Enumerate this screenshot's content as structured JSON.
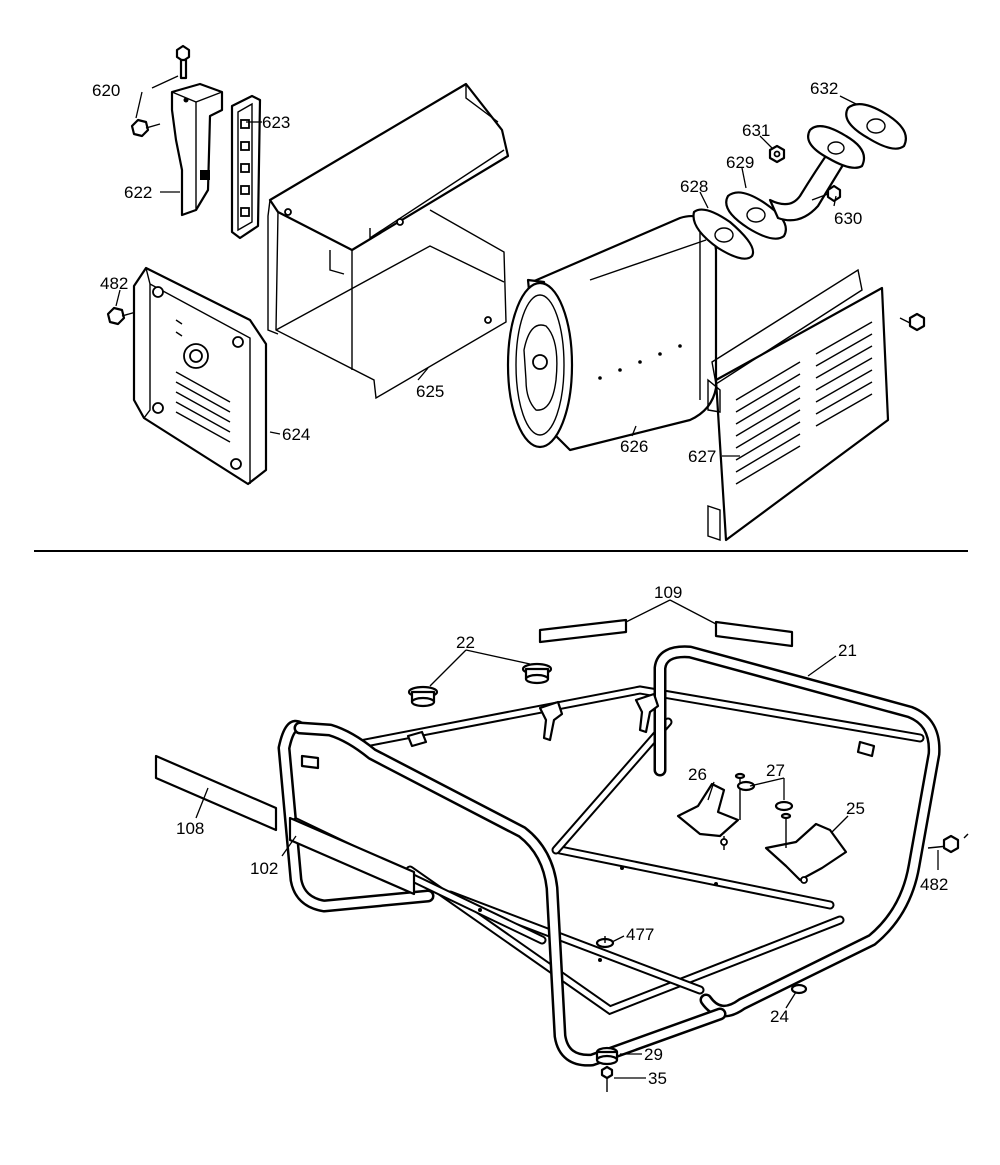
{
  "labels": {
    "p620": "620",
    "p623": "623",
    "p622": "622",
    "p482_top": "482",
    "p624": "624",
    "p625": "625",
    "p626": "626",
    "p627": "627",
    "p628": "628",
    "p629": "629",
    "p630": "630",
    "p631": "631",
    "p632": "632",
    "p109": "109",
    "p21": "21",
    "p22": "22",
    "p26": "26",
    "p27": "27",
    "p25": "25",
    "p108": "108",
    "p102": "102",
    "p482_bottom": "482",
    "p477": "477",
    "p24": "24",
    "p29": "29",
    "p35": "35"
  }
}
